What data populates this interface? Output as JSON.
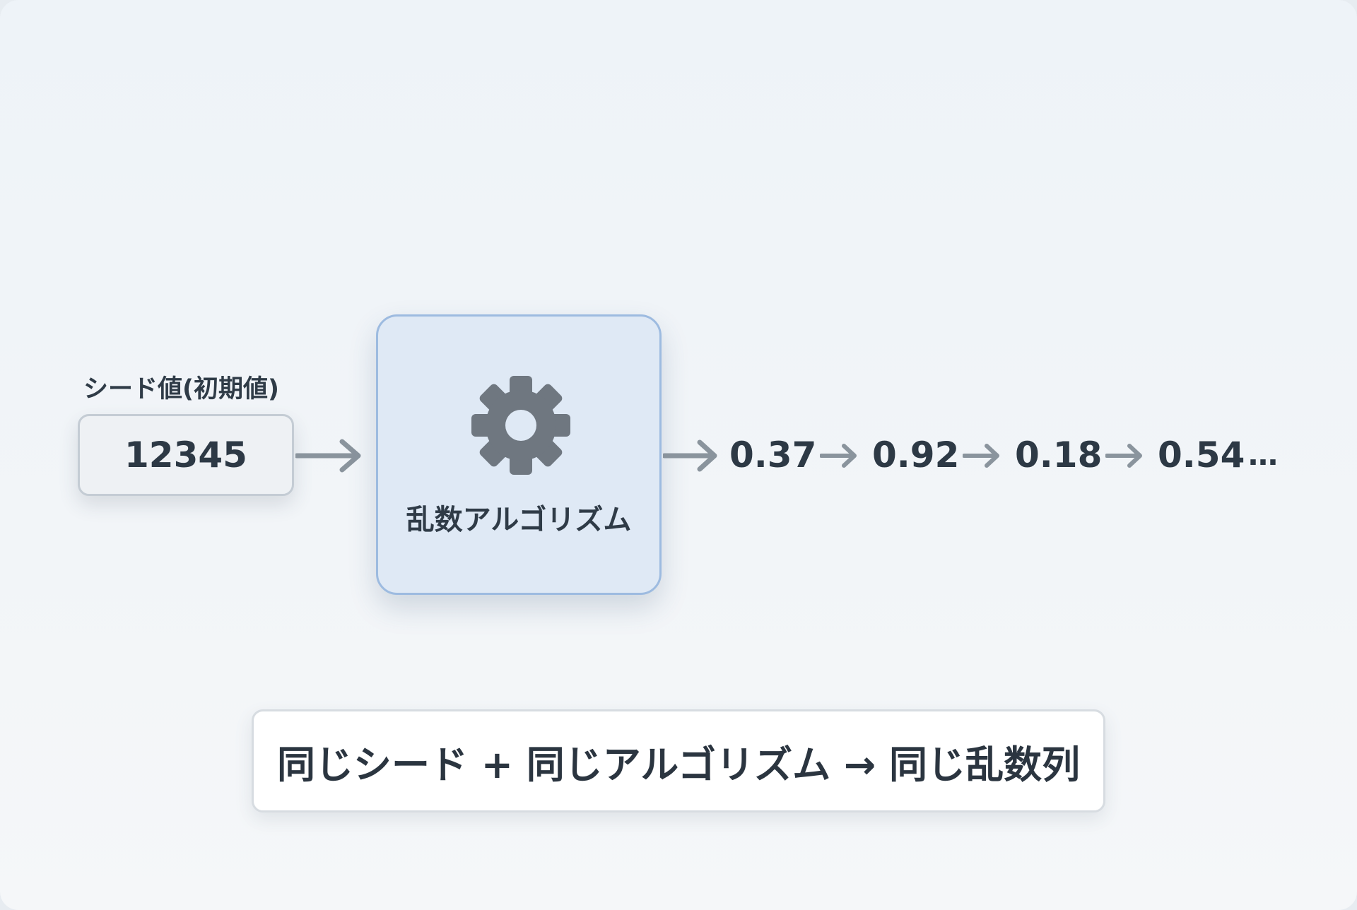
{
  "seed": {
    "label": "シード値(初期値)",
    "value": "12345"
  },
  "algorithm": {
    "label": "乱数アルゴリズム",
    "icon": "gear-icon"
  },
  "outputs": {
    "values": [
      "0.37",
      "0.92",
      "0.18",
      "0.54"
    ],
    "continuation": "…"
  },
  "summary": {
    "text": "同じシード + 同じアルゴリズム → 同じ乱数列"
  },
  "colors": {
    "algo_fill": "#dfe9f5",
    "algo_border": "#9dbbe0",
    "gear": "#6f7780",
    "arrow": "#8a949d",
    "text": "#2d3945"
  }
}
